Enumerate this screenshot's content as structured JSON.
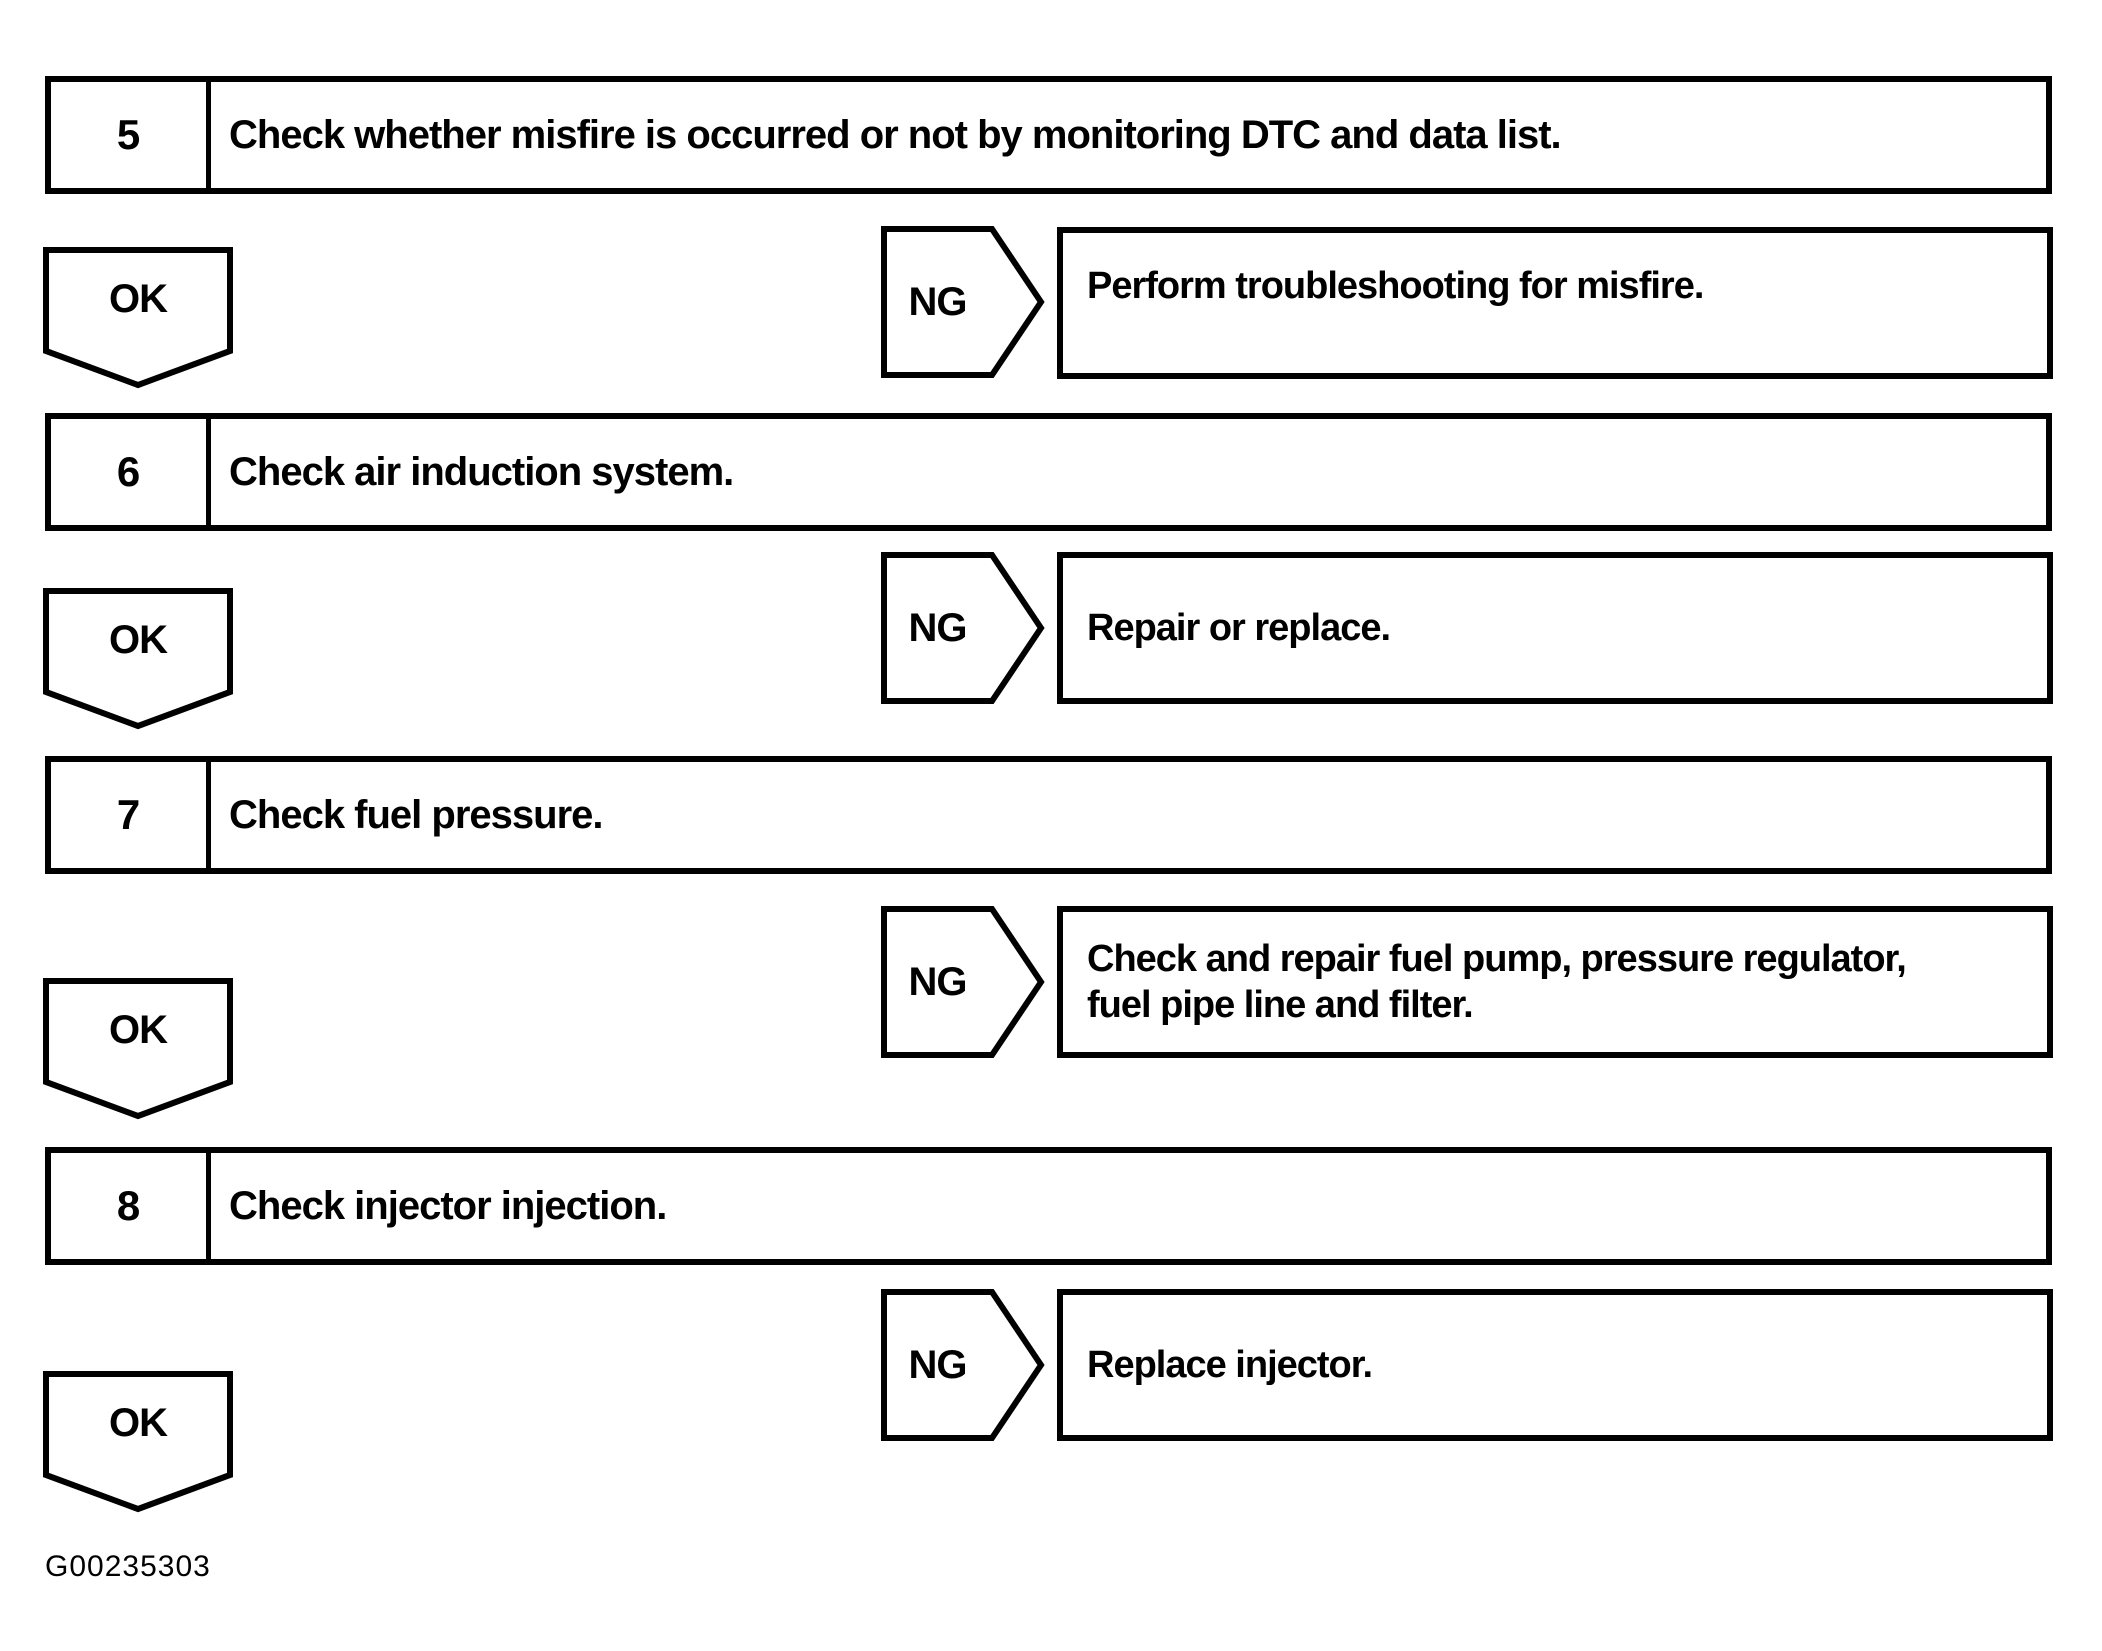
{
  "labels": {
    "ok": "OK",
    "ng": "NG"
  },
  "steps": [
    {
      "number": "5",
      "title": "Check whether misfire is occurred or not by monitoring DTC and data list.",
      "ng_action": "Perform troubleshooting for misfire."
    },
    {
      "number": "6",
      "title": "Check air induction system.",
      "ng_action": "Repair or replace."
    },
    {
      "number": "7",
      "title": "Check fuel pressure.",
      "ng_action": [
        "Check and repair fuel pump, pressure regulator,",
        "fuel pipe line and filter."
      ]
    },
    {
      "number": "8",
      "title": "Check injector injection.",
      "ng_action": "Replace injector."
    }
  ],
  "figure_id": "G00235303",
  "colors": {
    "line": "#000000",
    "background": "#ffffff"
  }
}
